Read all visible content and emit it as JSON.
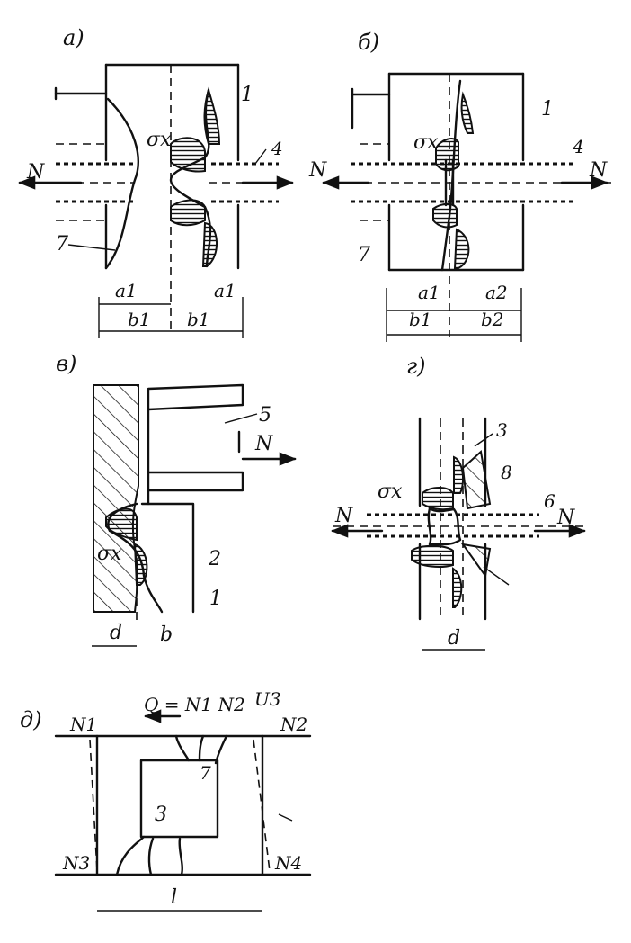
{
  "panels": {
    "a": {
      "label": "а)",
      "force_left": "N",
      "sigma": "σx",
      "num_1": "1",
      "num_4": "4",
      "num_7": "7",
      "dim_a_left": "a1",
      "dim_a_right": "a1",
      "dim_b_left": "b1",
      "dim_b_right": "b1"
    },
    "b": {
      "label": "б)",
      "force_left": "N",
      "force_right": "N",
      "sigma": "σx",
      "num_1": "1",
      "num_4": "4",
      "num_7": "7",
      "dim_a_left": "a1",
      "dim_a_right": "a2",
      "dim_b_left": "b1",
      "dim_b_right": "b2"
    },
    "c": {
      "label": "в)",
      "force": "N",
      "sigma": "σx",
      "num_5": "5",
      "num_2": "2",
      "num_1": "1",
      "dim_d": "d",
      "dim_b": "b"
    },
    "d": {
      "label": "г)",
      "force_left": "N",
      "force_right": "N",
      "sigma": "σx",
      "num_3": "3",
      "num_8": "8",
      "num_6": "6",
      "dim_d": "d"
    },
    "e": {
      "label": "д)",
      "force_top": "Q = N1  N2",
      "u": "U3",
      "n1": "N1",
      "n2": "N2",
      "n3": "N3",
      "n4": "N4",
      "num_7": "7",
      "num_3": "3",
      "dim_l": "l"
    }
  }
}
